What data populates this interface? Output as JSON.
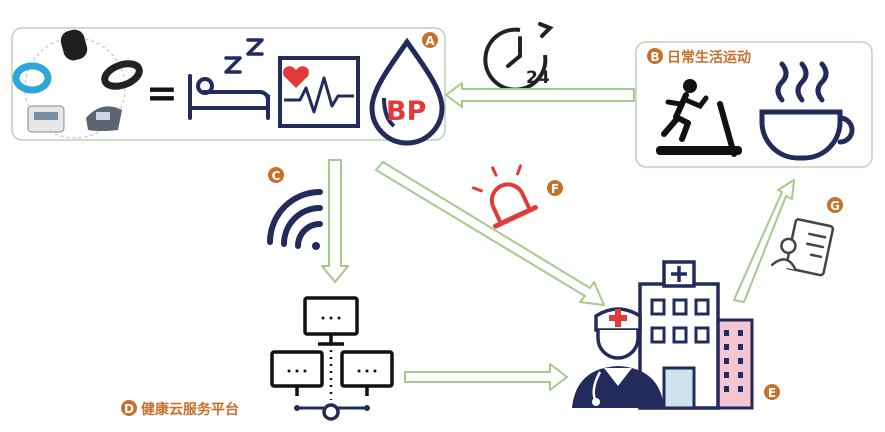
{
  "labels": {
    "a": "A",
    "b": "B",
    "b_text": "日常生活运动",
    "c": "C",
    "d": "D",
    "d_text": "健康云服务平台",
    "e": "E",
    "f": "F",
    "g": "G"
  },
  "icons": {
    "equals": "=",
    "clock_24": "24",
    "bp": "BP"
  },
  "colors": {
    "navy": "#232a5c",
    "red": "#e23a3a",
    "arrow_green": "#a6c98e",
    "label_orange": "#c8702a",
    "box_border": "#bcd3b0",
    "pink": "#f3c6d3"
  }
}
